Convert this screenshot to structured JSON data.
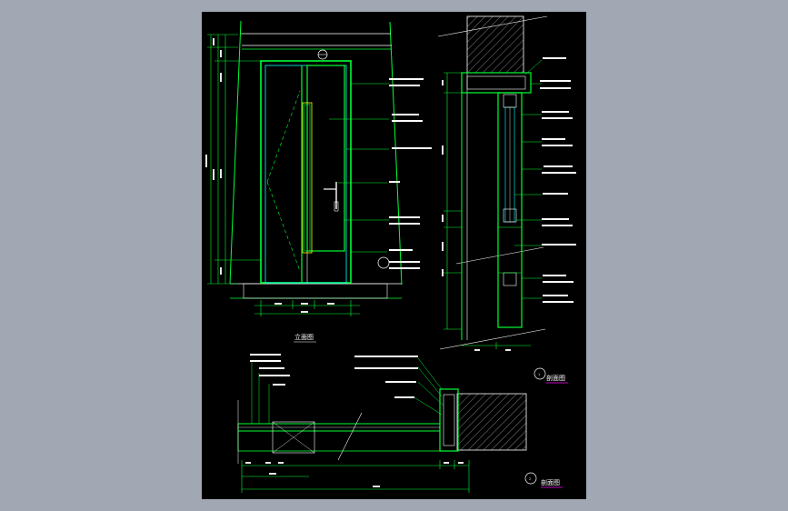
{
  "titles": {
    "elevation": "立面图",
    "section_1": "剖面图",
    "section_2": "剖面图"
  },
  "markers": {
    "section_1": "1",
    "section_2": "2"
  },
  "colors": {
    "background": "#a1a8b4",
    "sheet": "#000000",
    "green": "#00ff33",
    "white": "#ffffff",
    "cyan": "#00ffff",
    "magenta": "#ff00ff",
    "yellow": "#ffff00"
  }
}
